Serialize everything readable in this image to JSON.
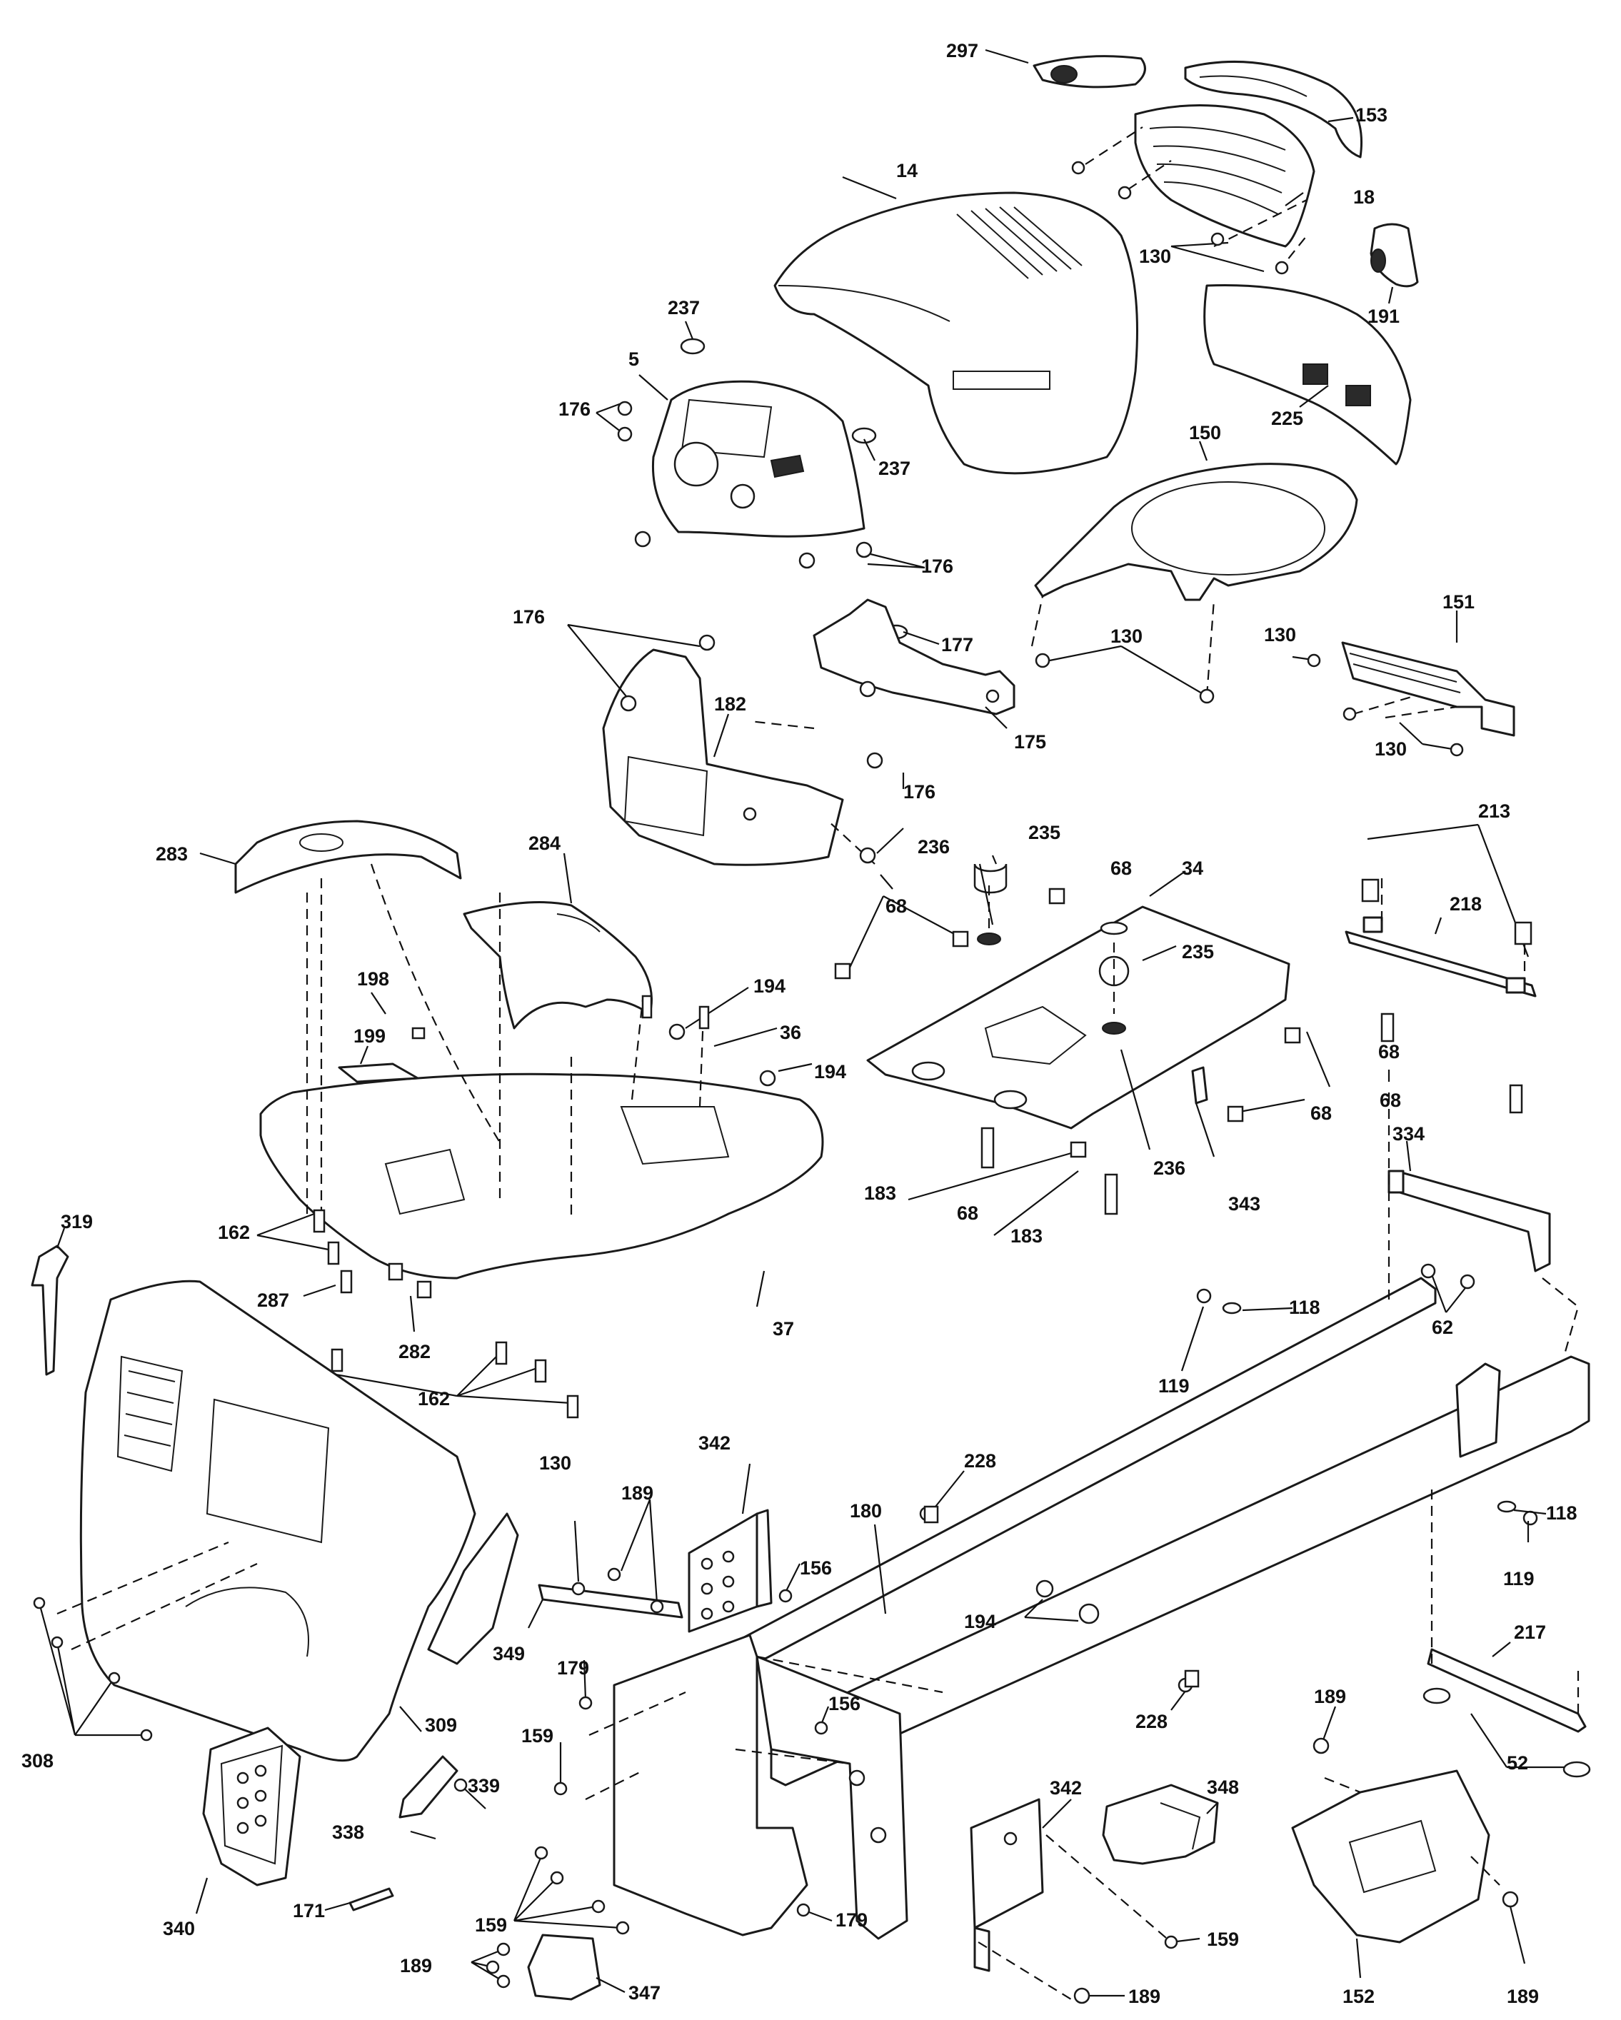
{
  "labels": [
    {
      "id": "l297",
      "text": "297"
    },
    {
      "id": "l153",
      "text": "153"
    },
    {
      "id": "l14",
      "text": "14"
    },
    {
      "id": "l18",
      "text": "18"
    },
    {
      "id": "l130a",
      "text": "130"
    },
    {
      "id": "l191",
      "text": "191"
    },
    {
      "id": "l237a",
      "text": "237"
    },
    {
      "id": "l5",
      "text": "5"
    },
    {
      "id": "l176a",
      "text": "176"
    },
    {
      "id": "l237b",
      "text": "237"
    },
    {
      "id": "l225",
      "text": "225"
    },
    {
      "id": "l150",
      "text": "150"
    },
    {
      "id": "l176b",
      "text": "176"
    },
    {
      "id": "l176c",
      "text": "176"
    },
    {
      "id": "l177",
      "text": "177"
    },
    {
      "id": "l130b",
      "text": "130"
    },
    {
      "id": "l130c",
      "text": "130"
    },
    {
      "id": "l151",
      "text": "151"
    },
    {
      "id": "l182",
      "text": "182"
    },
    {
      "id": "l175",
      "text": "175"
    },
    {
      "id": "l130d",
      "text": "130"
    },
    {
      "id": "l176d",
      "text": "176"
    },
    {
      "id": "l213",
      "text": "213"
    },
    {
      "id": "l235a",
      "text": "235"
    },
    {
      "id": "l236a",
      "text": "236"
    },
    {
      "id": "l283",
      "text": "283"
    },
    {
      "id": "l284",
      "text": "284"
    },
    {
      "id": "l68a",
      "text": "68"
    },
    {
      "id": "l34",
      "text": "34"
    },
    {
      "id": "l218",
      "text": "218"
    },
    {
      "id": "l68b",
      "text": "68"
    },
    {
      "id": "l235b",
      "text": "235"
    },
    {
      "id": "l198",
      "text": "198"
    },
    {
      "id": "l194a",
      "text": "194"
    },
    {
      "id": "l199",
      "text": "199"
    },
    {
      "id": "l36",
      "text": "36"
    },
    {
      "id": "l68c",
      "text": "68"
    },
    {
      "id": "l194b",
      "text": "194"
    },
    {
      "id": "l68d",
      "text": "68"
    },
    {
      "id": "l68e",
      "text": "68"
    },
    {
      "id": "l334",
      "text": "334"
    },
    {
      "id": "l236b",
      "text": "236"
    },
    {
      "id": "l183a",
      "text": "183"
    },
    {
      "id": "l343",
      "text": "343"
    },
    {
      "id": "l319",
      "text": "319"
    },
    {
      "id": "l68f",
      "text": "68"
    },
    {
      "id": "l162a",
      "text": "162"
    },
    {
      "id": "l183b",
      "text": "183"
    },
    {
      "id": "l287",
      "text": "287"
    },
    {
      "id": "l37",
      "text": "37"
    },
    {
      "id": "l62",
      "text": "62"
    },
    {
      "id": "l282",
      "text": "282"
    },
    {
      "id": "l118a",
      "text": "118"
    },
    {
      "id": "l119a",
      "text": "119"
    },
    {
      "id": "l162b",
      "text": "162"
    },
    {
      "id": "l130e",
      "text": "130"
    },
    {
      "id": "l342a",
      "text": "342"
    },
    {
      "id": "l228a",
      "text": "228"
    },
    {
      "id": "l118b",
      "text": "118"
    },
    {
      "id": "l189a",
      "text": "189"
    },
    {
      "id": "l180",
      "text": "180"
    },
    {
      "id": "l156a",
      "text": "156"
    },
    {
      "id": "l119b",
      "text": "119"
    },
    {
      "id": "l194c",
      "text": "194"
    },
    {
      "id": "l349",
      "text": "349"
    },
    {
      "id": "l217",
      "text": "217"
    },
    {
      "id": "l179a",
      "text": "179"
    },
    {
      "id": "l156b",
      "text": "156"
    },
    {
      "id": "l308",
      "text": "308"
    },
    {
      "id": "l309",
      "text": "309"
    },
    {
      "id": "l189b",
      "text": "189"
    },
    {
      "id": "l228b",
      "text": "228"
    },
    {
      "id": "l159a",
      "text": "159"
    },
    {
      "id": "l52",
      "text": "52"
    },
    {
      "id": "l339",
      "text": "339"
    },
    {
      "id": "l342b",
      "text": "342"
    },
    {
      "id": "l348",
      "text": "348"
    },
    {
      "id": "l338",
      "text": "338"
    },
    {
      "id": "l340",
      "text": "340"
    },
    {
      "id": "l171",
      "text": "171"
    },
    {
      "id": "l159b",
      "text": "159"
    },
    {
      "id": "l179b",
      "text": "179"
    },
    {
      "id": "l159c",
      "text": "159"
    },
    {
      "id": "l189c",
      "text": "189"
    },
    {
      "id": "l347",
      "text": "347"
    },
    {
      "id": "l189d",
      "text": "189"
    },
    {
      "id": "l152",
      "text": "152"
    },
    {
      "id": "l189e",
      "text": "189"
    }
  ]
}
